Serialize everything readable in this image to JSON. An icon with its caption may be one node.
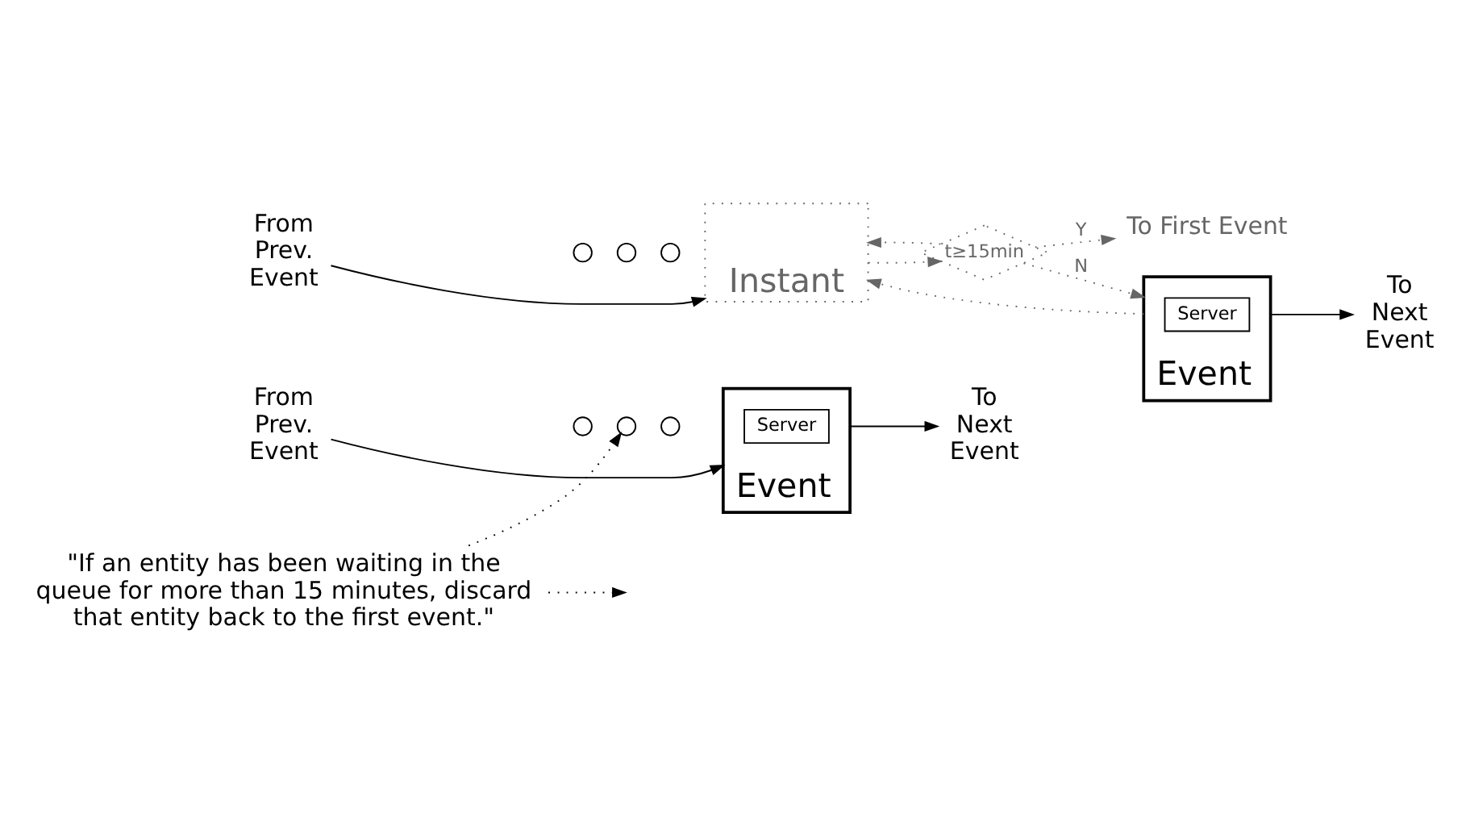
{
  "diagram": {
    "nodes": [
      {
        "text": [
          "From Prev. Event"
        ]
      },
      {
        "text": [],
        "shape": "circle"
      },
      {
        "text": [],
        "shape": "circle"
      },
      {
        "text": [],
        "shape": "circle"
      },
      {
        "text": [
          "Event"
        ]
      },
      {
        "text": [
          "Server"
        ],
        "in": 4
      },
      {
        "text": [
          "To Next Event"
        ]
      },
      {
        "text": [
          "\"If an entity has been waiting in the queue for more than 15 minutes, discard that entity back to the first event.\""
        ]
      },
      {
        "text": [
          "From Prev. Event"
        ]
      },
      {
        "text": [],
        "shape": "circle"
      },
      {
        "text": [],
        "shape": "circle"
      },
      {
        "text": [],
        "shape": "circle"
      },
      {
        "text": [
          "Instant"
        ]
      },
      {
        "text": [
          "t≥15min"
        ]
      },
      {
        "text": [
          "To First Event"
        ]
      },
      {
        "text": [
          "Event"
        ]
      },
      {
        "text": [
          "Server"
        ],
        "in": 15
      },
      {
        "text": [
          "To Next Event"
        ]
      }
    ],
    "edges": [
      {
        "from": 0,
        "to": 4,
        "arrow": "to"
      },
      {
        "from": 4,
        "to": 6,
        "arrow": "to"
      },
      {
        "from": 7,
        "to": 2,
        "arrow": "to",
        "style": "dashed"
      },
      {
        "from": 7,
        "to": null,
        "arrow": "to",
        "style": "dashed"
      },
      {
        "from": 8,
        "to": 12,
        "arrow": "to"
      },
      {
        "from": 12,
        "to": 13,
        "arrow": "to",
        "style": "dashed",
        "color": "#666666"
      },
      {
        "from": 13,
        "to": 14,
        "arrow": "to",
        "label": "Y",
        "style": "dashed",
        "color": "#666666"
      },
      {
        "from": 13,
        "to": 12,
        "arrow": "to",
        "style": "dashed",
        "color": "#666666"
      },
      {
        "from": 13,
        "to": 15,
        "arrow": "to",
        "label": "N",
        "style": "dashed",
        "color": "#666666"
      },
      {
        "from": 15,
        "to": 17,
        "arrow": "to"
      },
      {
        "from": 15,
        "to": 12,
        "arrow": "to",
        "style": "dashed",
        "color": "#666666"
      }
    ]
  }
}
